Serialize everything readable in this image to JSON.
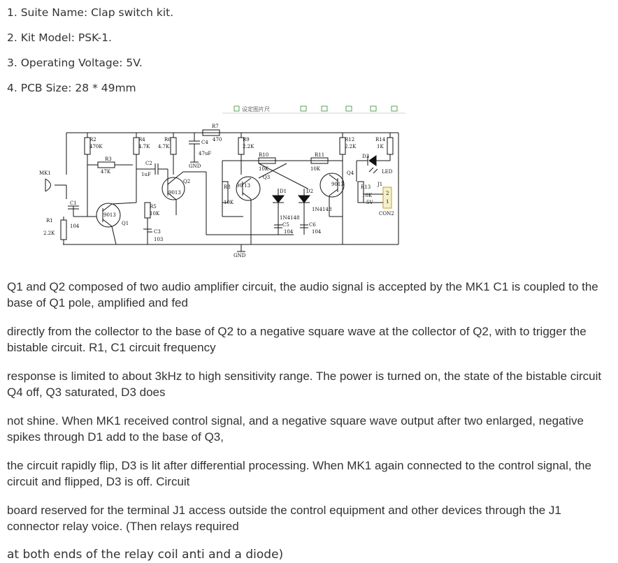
{
  "specs": [
    "1. Suite Name: Clap switch kit.",
    "2. Kit Model: PSK-1.",
    "3. Operating Voltage: 5V.",
    "4. PCB Size: 28 * 49mm"
  ],
  "schematic": {
    "toolbar_text": "设定图片尺",
    "labels": {
      "r7": "R7",
      "r7_val": "470",
      "r2": "R2",
      "r2_val": "470K",
      "r4": "R4",
      "r4_val": "4.7K",
      "r6": "R6",
      "r6_val": "4.7K",
      "c4": "C4",
      "c4_val": "47uF",
      "r9": "R9",
      "r9_val": "2.2K",
      "r12": "R12",
      "r12_val": "2.2K",
      "r14": "R14",
      "r14_val": "1K",
      "r10": "R10",
      "r10_val": "10K",
      "r11": "R11",
      "r11_val": "10K",
      "d3": "D3",
      "led": "LED",
      "r3": "R3",
      "r3_val": "47K",
      "c2": "C2",
      "c2_val": "1uF",
      "gnd_top": "GND",
      "q2": "Q2",
      "q2_type": "9013",
      "q3": "Q3",
      "q3_type": "90 13",
      "q4": "Q4",
      "q4_type": "9013",
      "q1": "Q1",
      "q1_type": "9013",
      "mk1": "MK1",
      "c1": "C1",
      "c1_val": "104",
      "r1": "R1",
      "r1_val": "2.2K",
      "r5": "R5",
      "r5_val": "10K",
      "c3": "C3",
      "c3_val": "103",
      "r8": "R8",
      "r8_val": "10K",
      "d1": "D1",
      "d2": "D2",
      "d1_type": "1N4148",
      "d2_type": "1N4148",
      "c5": "C5",
      "c5_val": "104",
      "c6": "C6",
      "c6_val": "104",
      "r13": "R13",
      "r13_val": "10K",
      "j1": "J1",
      "v5": "5V",
      "pin2": "2",
      "pin1": "1",
      "con2": "CON2",
      "gnd": "GND"
    }
  },
  "paragraphs": [
    "Q1 and Q2 composed of two audio amplifier circuit, the audio signal is accepted by the MK1 C1 is coupled to the base of Q1 pole, amplified and fed",
    "directly from the collector to the base of Q2 to a negative square wave at the collector of Q2, with to trigger the bistable circuit. R1, C1 circuit frequency",
    "response is limited to about 3kHz to high sensitivity range. The power is turned on, the state of the bistable circuit Q4 off, Q3 saturated, D3 does",
    "not shine. When MK1 received control signal, and a negative square wave output after two enlarged, negative spikes through D1 add to the base of Q3,",
    "the circuit rapidly flip, D3 is lit after differential processing. When MK1 again connected to the control signal, the circuit and flipped, D3 is off. Circuit",
    "board reserved for the terminal J1 access outside the control equipment and other devices through the J1 connector relay voice. (Then relays required",
    "at both ends of the relay coil anti and a diode)"
  ]
}
